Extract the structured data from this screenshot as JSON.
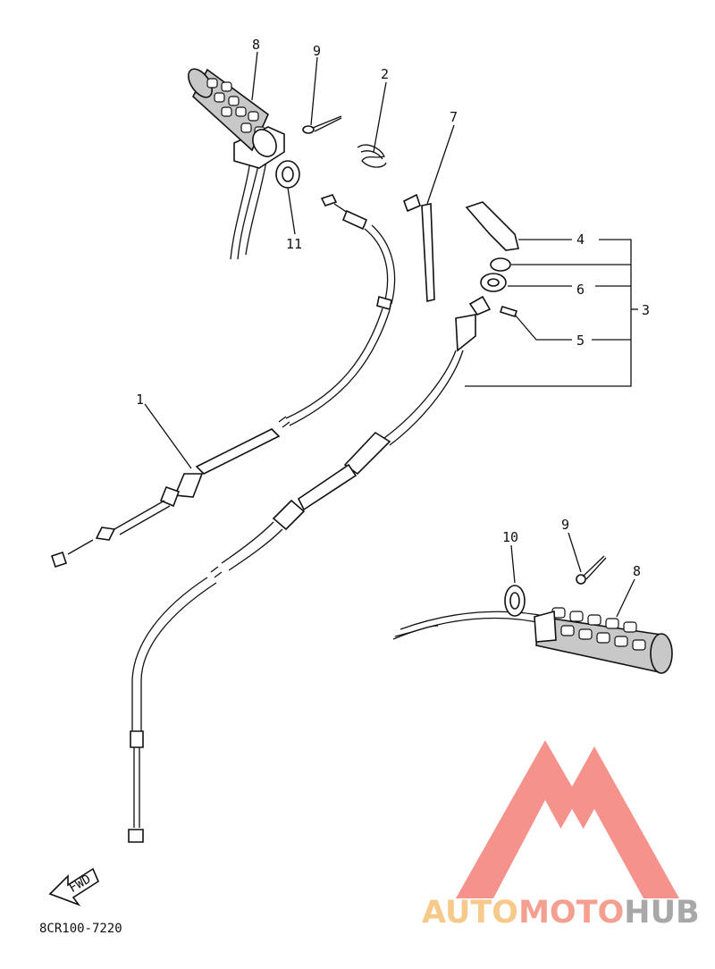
{
  "diagram": {
    "callouts": {
      "n1": "1",
      "n2": "2",
      "n3": "3",
      "n4": "4",
      "n5": "5",
      "n6": "6",
      "n7": "7",
      "n8_top": "8",
      "n8_bottom": "8",
      "n9_top": "9",
      "n9_bottom": "9",
      "n10": "10",
      "n11": "11"
    },
    "fwd_label": "FWD",
    "diagram_code": "8CR100-7220"
  },
  "watermark": {
    "part1": "AUTO",
    "part2": "MOTO",
    "part3": "HUB",
    "colors": {
      "part1": "#f7c98a",
      "part2": "#f4a090",
      "part3": "#a8a8a8",
      "logo": "#f47f78"
    }
  }
}
